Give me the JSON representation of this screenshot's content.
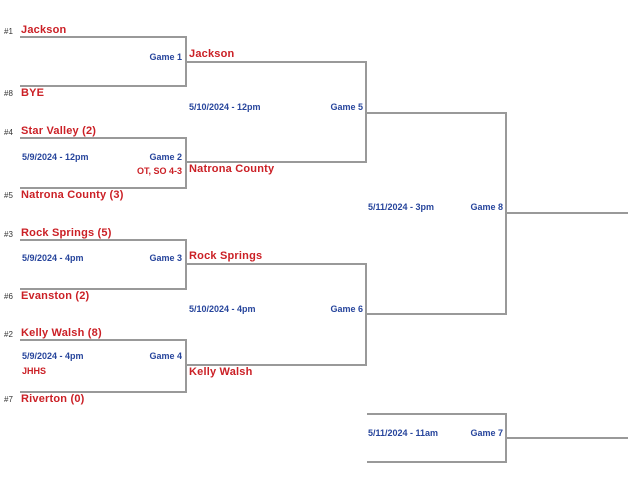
{
  "colors": {
    "team": "#cb2026",
    "label": "#27459c",
    "seed": "#333333",
    "line": "#999999",
    "background": "#ffffff"
  },
  "round1": [
    {
      "label": "Game 1",
      "top_seed": "#1",
      "top_team": "Jackson",
      "bottom_seed": "#8",
      "bottom_team": "BYE",
      "winner": "Jackson"
    },
    {
      "label": "Game 2",
      "date": "5/9/2024 - 12pm",
      "note": "OT, SO 4-3",
      "top_seed": "#4",
      "top_team": "Star Valley (2)",
      "bottom_seed": "#5",
      "bottom_team": "Natrona County (3)",
      "winner": "Natrona County"
    },
    {
      "label": "Game 3",
      "date": "5/9/2024 - 4pm",
      "top_seed": "#3",
      "top_team": "Rock Springs (5)",
      "bottom_seed": "#6",
      "bottom_team": "Evanston (2)",
      "winner": "Rock Springs"
    },
    {
      "label": "Game 4",
      "date": "5/9/2024 - 4pm",
      "note": "JHHS",
      "top_seed": "#2",
      "top_team": "Kelly Walsh (8)",
      "bottom_seed": "#7",
      "bottom_team": "Riverton (0)",
      "winner": "Kelly Walsh"
    }
  ],
  "round2": [
    {
      "label": "Game 5",
      "date": "5/10/2024 - 12pm"
    },
    {
      "label": "Game 6",
      "date": "5/10/2024 - 4pm"
    }
  ],
  "championship": {
    "label": "Game 8",
    "date": "5/11/2024 - 3pm"
  },
  "consolation": {
    "label": "Game 7",
    "date": "5/11/2024 - 11am"
  }
}
